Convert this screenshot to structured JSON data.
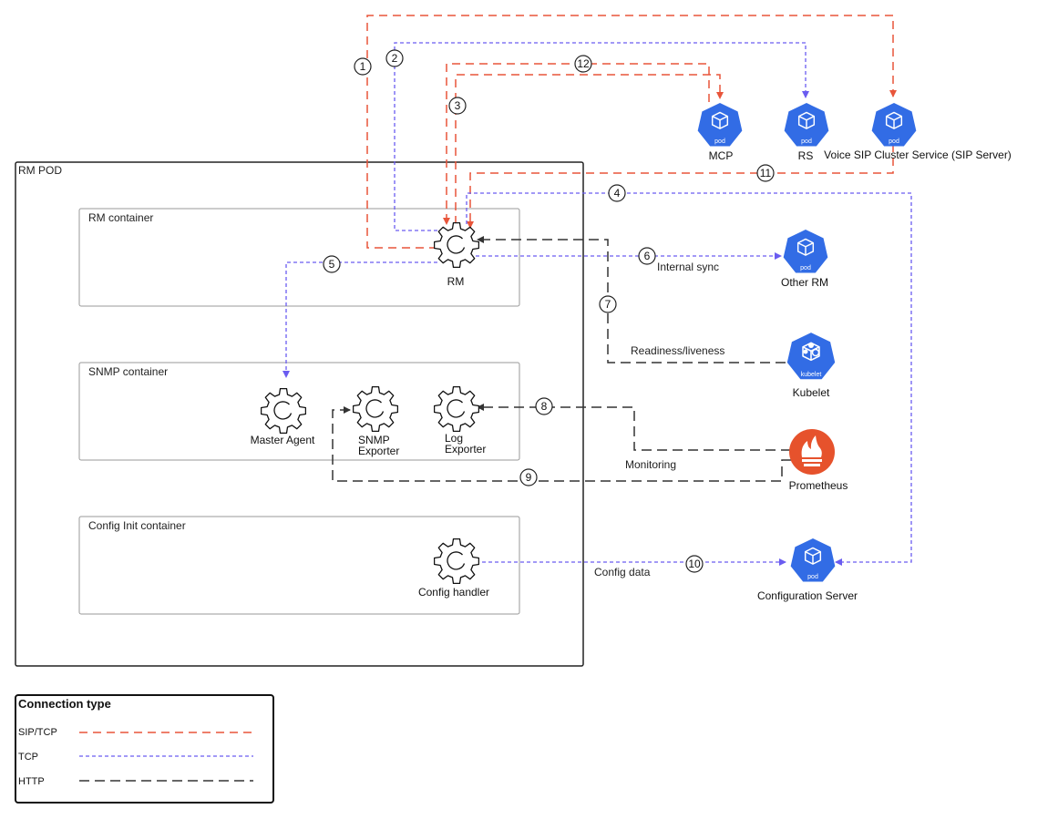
{
  "containers": {
    "pod": "RM POD",
    "rm": "RM container",
    "snmp": "SNMP container",
    "config_init": "Config Init container"
  },
  "components": {
    "rm": "RM",
    "master_agent": "Master Agent",
    "snmp_exporter_line1": "SNMP",
    "snmp_exporter_line2": "Exporter",
    "log_exporter_line1": "Log",
    "log_exporter_line2": "Exporter",
    "config_handler": "Config handler"
  },
  "external": {
    "mcp": "MCP",
    "rs": "RS",
    "voice_sip": "Voice SIP Cluster Service (SIP Server)",
    "other_rm": "Other RM",
    "kubelet": "Kubelet",
    "prometheus": "Prometheus",
    "config_server": "Configuration Server",
    "pod_word": "pod",
    "kubelet_word": "kubelet"
  },
  "edge_labels": {
    "internal_sync": "Internal sync",
    "readiness": "Readiness/liveness",
    "monitoring": "Monitoring",
    "config_data": "Config data"
  },
  "connections": [
    {
      "number": "1",
      "type": "SIP/TCP"
    },
    {
      "number": "2",
      "type": "TCP"
    },
    {
      "number": "3",
      "type": "SIP/TCP"
    },
    {
      "number": "4",
      "type": "TCP"
    },
    {
      "number": "5",
      "type": "TCP"
    },
    {
      "number": "6",
      "type": "TCP"
    },
    {
      "number": "7",
      "type": "HTTP"
    },
    {
      "number": "8",
      "type": "HTTP"
    },
    {
      "number": "9",
      "type": "HTTP"
    },
    {
      "number": "10",
      "type": "TCP"
    },
    {
      "number": "11",
      "type": "SIP/TCP"
    },
    {
      "number": "12",
      "type": "SIP/TCP"
    }
  ],
  "legend": {
    "title": "Connection type",
    "items": [
      {
        "label": "SIP/TCP",
        "color": "#e8553a"
      },
      {
        "label": "TCP",
        "color": "#6a5cf0"
      },
      {
        "label": "HTTP",
        "color": "#333333"
      }
    ]
  },
  "colors": {
    "sip": "#e8553a",
    "tcp": "#6a5cf0",
    "http": "#333333",
    "k8s_blue": "#326ce5",
    "prometheus": "#e6522c"
  }
}
